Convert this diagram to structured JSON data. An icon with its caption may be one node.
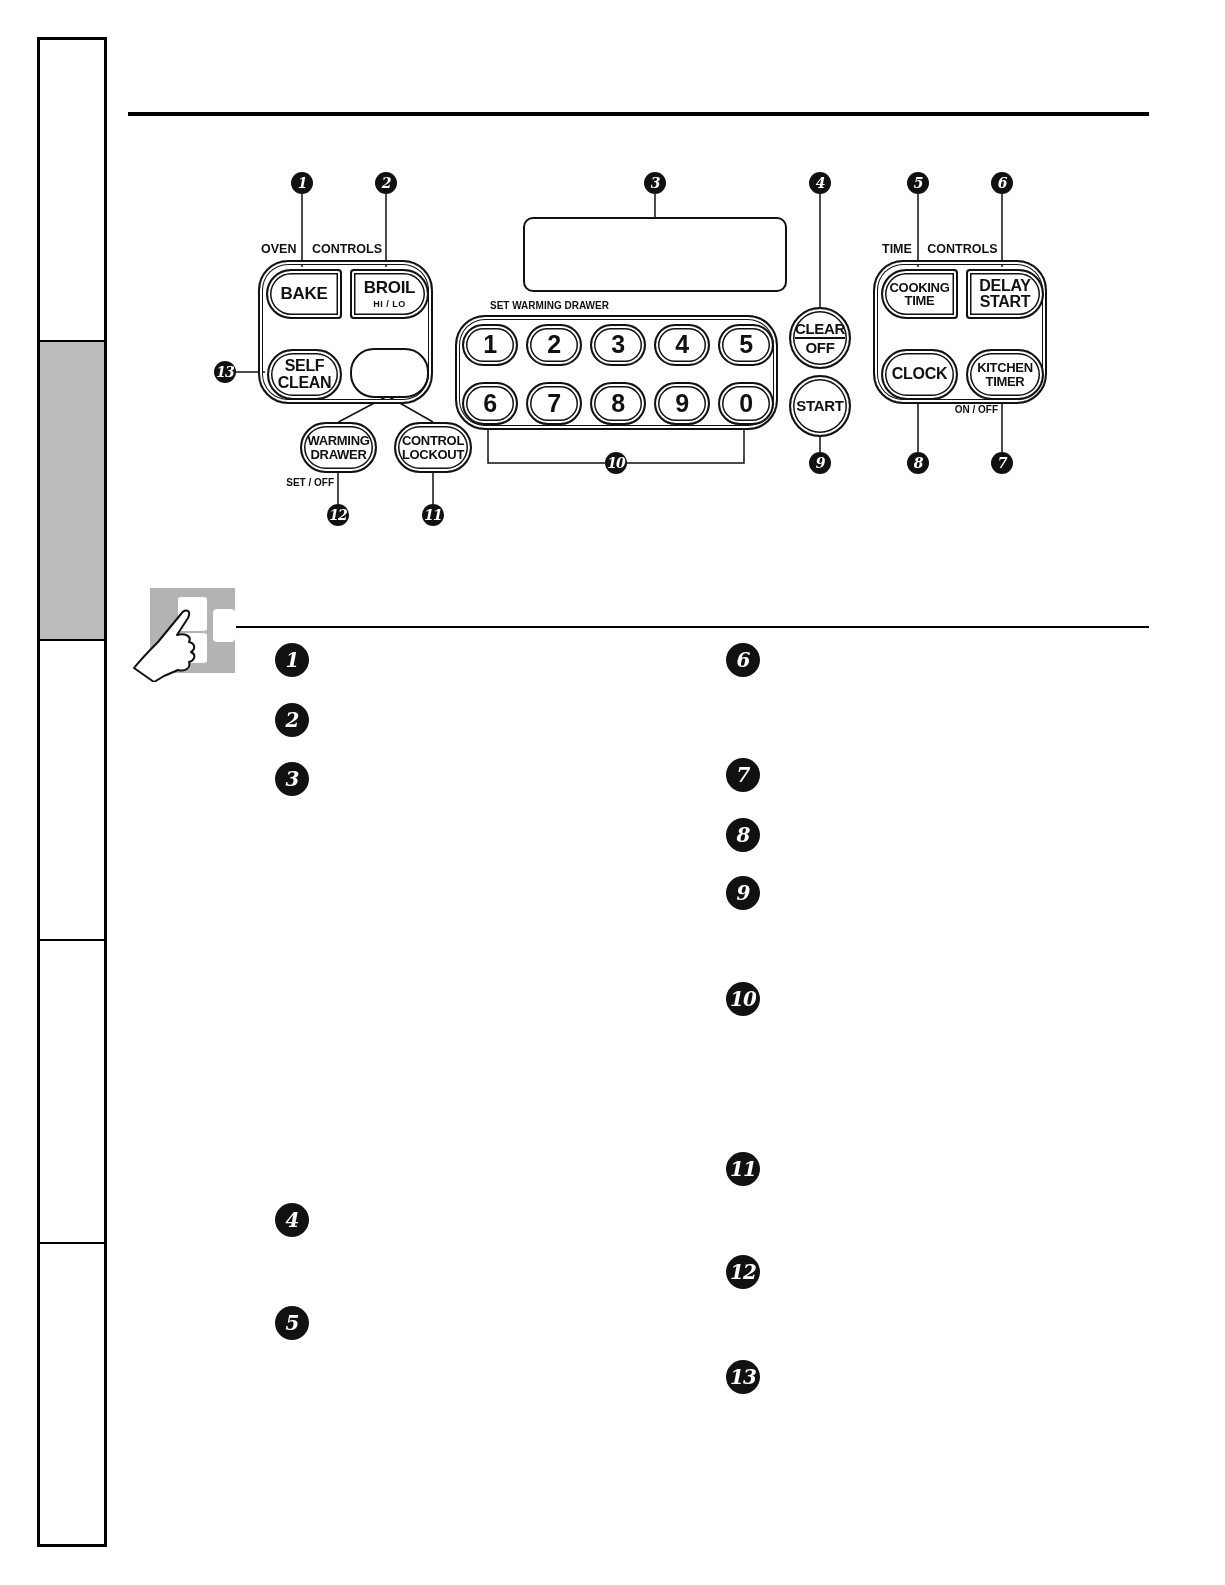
{
  "diagram": {
    "nodes": [
      {
        "text": [
          "1"
        ]
      },
      {
        "text": [
          "2"
        ]
      },
      {
        "text": [
          "3"
        ]
      },
      {
        "text": [
          "4"
        ]
      },
      {
        "text": [
          "5"
        ]
      },
      {
        "text": [
          "6"
        ]
      },
      {
        "text": [
          "OVEN CONTROLS"
        ]
      },
      {
        "text": [
          "BAKE"
        ],
        "in": 6
      },
      {
        "text": [
          "BROIL",
          "HI / LO"
        ],
        "in": 6
      },
      {
        "text": [
          "SELF CLEAN"
        ],
        "in": 6
      },
      {
        "text": [],
        "shape": "box",
        "in": 6
      },
      {
        "text": [],
        "shape": "box"
      },
      {
        "text": [
          "SET WARMING DRAWER"
        ]
      },
      {
        "text": [
          "1"
        ],
        "in": 12
      },
      {
        "text": [
          "2"
        ],
        "in": 12
      },
      {
        "text": [
          "3"
        ],
        "in": 12
      },
      {
        "text": [
          "4"
        ],
        "in": 12
      },
      {
        "text": [
          "5"
        ],
        "in": 12
      },
      {
        "text": [
          "6"
        ],
        "in": 12
      },
      {
        "text": [
          "7"
        ],
        "in": 12
      },
      {
        "text": [
          "8"
        ],
        "in": 12
      },
      {
        "text": [
          "9"
        ],
        "in": 12
      },
      {
        "text": [
          "0"
        ],
        "in": 12
      },
      {
        "text": [
          "CLEAR",
          "OFF"
        ]
      },
      {
        "text": [
          "START"
        ]
      },
      {
        "text": [
          "TIME CONTROLS"
        ]
      },
      {
        "text": [
          "COOKING TIME"
        ],
        "in": 25
      },
      {
        "text": [
          "DELAY START"
        ],
        "in": 25
      },
      {
        "text": [
          "CLOCK"
        ],
        "in": 25
      },
      {
        "text": [
          "KITCHEN TIMER"
        ],
        "in": 25,
        "beside": [
          "ON / OFF"
        ]
      },
      {
        "text": [
          "13"
        ]
      },
      {
        "text": [
          "WARMING DRAWER"
        ],
        "beside": [
          "SET / OFF"
        ]
      },
      {
        "text": [
          "CONTROL LOCKOUT"
        ]
      },
      {
        "text": [
          "10"
        ]
      },
      {
        "text": [
          "9"
        ]
      },
      {
        "text": [
          "8"
        ]
      },
      {
        "text": [
          "7"
        ]
      },
      {
        "text": [
          "12"
        ]
      },
      {
        "text": [
          "11"
        ]
      }
    ],
    "edges": [
      {
        "from": 0,
        "to": 7,
        "arrow": "none"
      },
      {
        "from": 1,
        "to": 8,
        "arrow": "none"
      },
      {
        "from": 2,
        "to": 11,
        "arrow": "none"
      },
      {
        "from": 3,
        "to": 23,
        "arrow": "none"
      },
      {
        "from": 4,
        "to": 26,
        "arrow": "none"
      },
      {
        "from": 5,
        "to": 27,
        "arrow": "none"
      },
      {
        "from": 30,
        "to": 9,
        "arrow": "none"
      },
      {
        "from": 10,
        "to": 31,
        "arrow": "none"
      },
      {
        "from": 10,
        "to": 32,
        "arrow": "none"
      },
      {
        "from": 33,
        "to": 18,
        "arrow": "none"
      },
      {
        "from": 33,
        "to": 22,
        "arrow": "none"
      },
      {
        "from": 34,
        "to": 24,
        "arrow": "none"
      },
      {
        "from": 35,
        "to": 28,
        "arrow": "none"
      },
      {
        "from": 36,
        "to": 29,
        "arrow": "none"
      },
      {
        "from": 37,
        "to": 31,
        "arrow": "none"
      },
      {
        "from": 38,
        "to": 32,
        "arrow": "none"
      }
    ],
    "labels": [
      "1",
      "2",
      "3",
      "4",
      "5",
      "6",
      "7",
      "8",
      "9",
      "10",
      "11",
      "12",
      "13"
    ]
  }
}
